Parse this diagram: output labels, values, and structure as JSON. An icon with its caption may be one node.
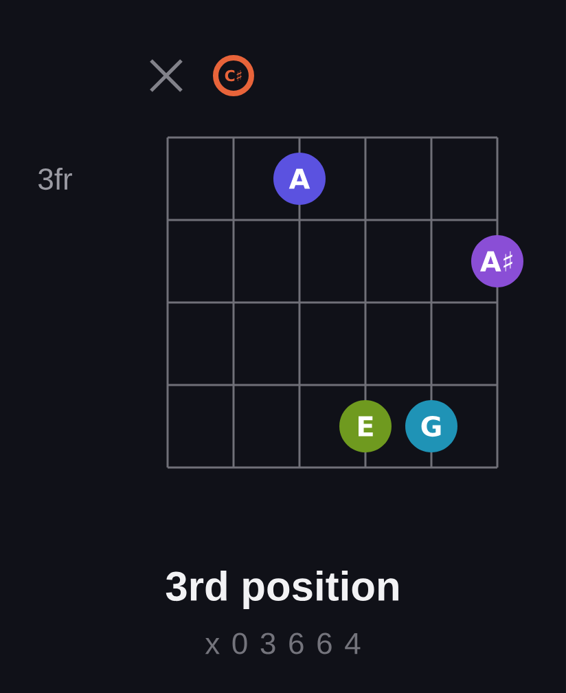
{
  "diagram": {
    "title": "3rd position",
    "nodes": [
      {
        "text": [
          "C♯"
        ]
      },
      {
        "text": [
          "A"
        ]
      },
      {
        "text": [
          "A♯"
        ]
      },
      {
        "text": [
          "E"
        ]
      },
      {
        "text": [
          "G"
        ]
      }
    ],
    "labels": [
      "3fr",
      "x 0 3 6 6 4"
    ]
  }
}
